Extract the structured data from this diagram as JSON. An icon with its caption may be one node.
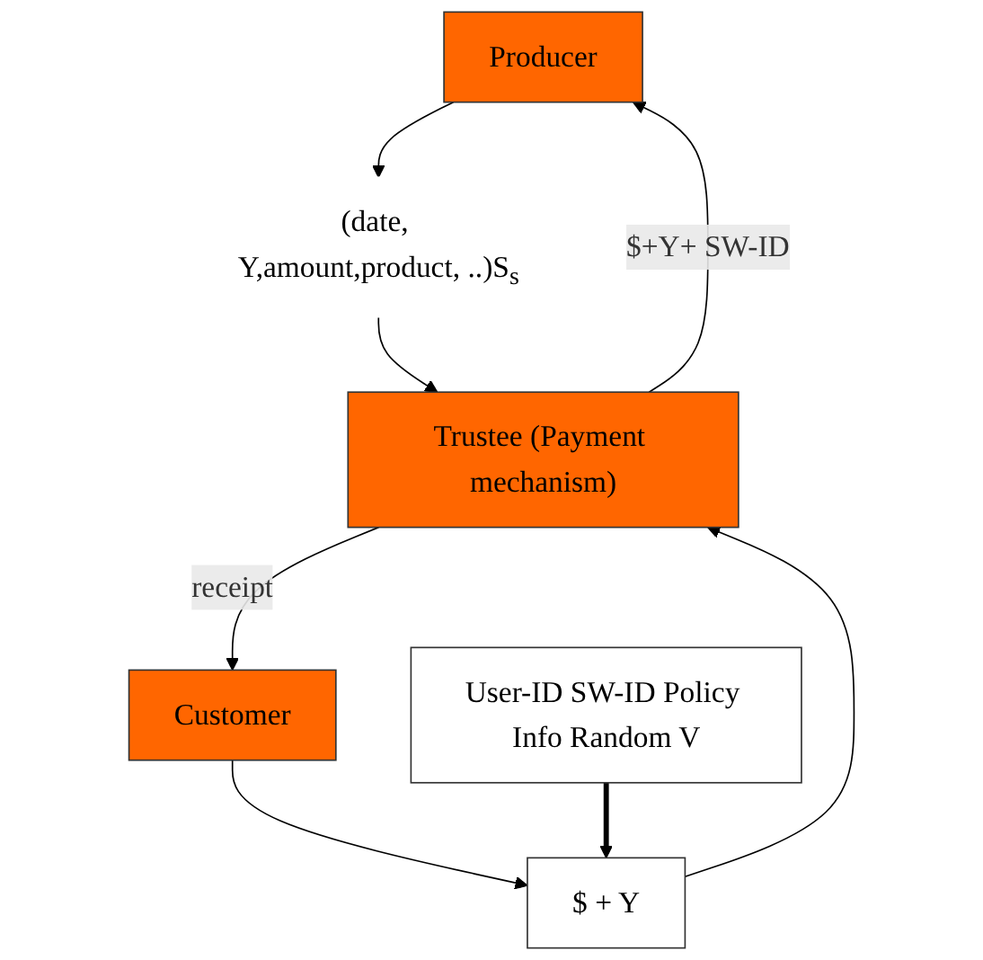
{
  "diagram": {
    "nodes": [
      {
        "text": [
          "Producer"
        ]
      },
      {
        "text": [
          "(date, Y,amount,product, ..)S$_{s}$"
        ]
      },
      {
        "text": [
          "Trustee (Payment mechanism)"
        ]
      },
      {
        "text": [
          "Customer"
        ]
      },
      {
        "text": [
          "$ + Y"
        ]
      },
      {
        "text": [
          "User-ID SW-ID Policy Info Random V"
        ]
      }
    ],
    "edges": [
      {
        "from": 2,
        "to": 0,
        "arrow": "to",
        "label": "$+Y+ SW-ID"
      },
      {
        "from": 0,
        "to": 1,
        "arrow": "to"
      },
      {
        "from": 1,
        "to": 2,
        "arrow": "to"
      },
      {
        "from": 2,
        "to": 3,
        "arrow": "to",
        "label": "receipt"
      },
      {
        "from": 3,
        "to": 4,
        "arrow": "to"
      },
      {
        "from": 5,
        "to": 4,
        "arrow": "to",
        "style": "thick"
      },
      {
        "from": 4,
        "to": 2,
        "arrow": "to"
      }
    ]
  }
}
